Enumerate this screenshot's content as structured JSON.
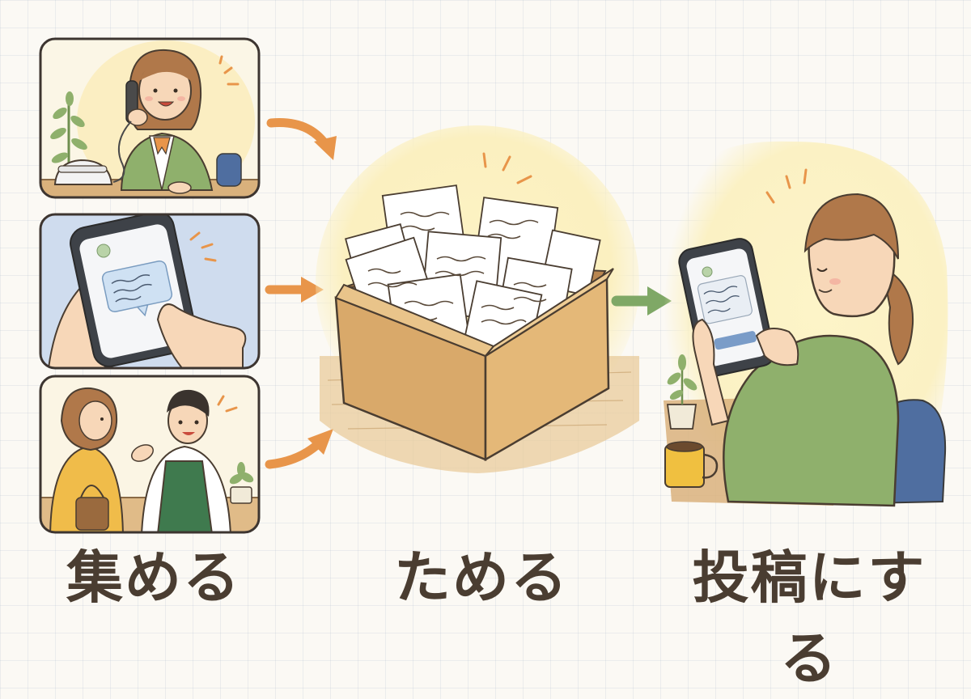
{
  "steps": [
    {
      "label": "集める"
    },
    {
      "label": "ためる"
    },
    {
      "label": "投稿にする"
    }
  ],
  "palette": {
    "ink": "#4a3d31",
    "arrow_orange": "#e8954a",
    "arrow_green": "#7fa866",
    "sweater_green": "#8fb06c",
    "box_kraft": "#d9a96a",
    "glow_yellow": "#fbf1bf",
    "phone_dark": "#3e4248",
    "chair_blue": "#4f6ea0",
    "apron_green": "#3f7a4e"
  }
}
